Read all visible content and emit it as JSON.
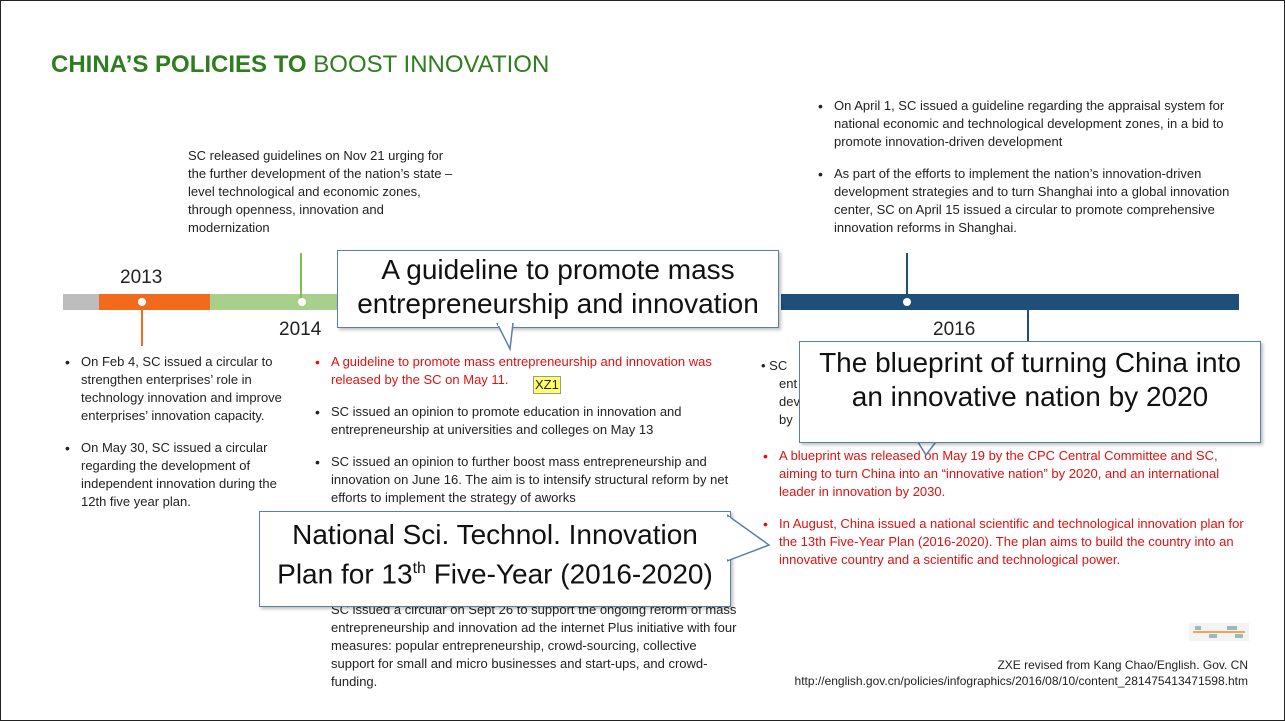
{
  "title": {
    "bold": "CHINA’S POLICIES TO",
    "rest": " BOOST INNOVATION"
  },
  "years": [
    "2013",
    "2014",
    "2016"
  ],
  "timeline_colors": {
    "gray": "#bdbdbd",
    "orange": "#f26b1d",
    "green": "#a8d08d",
    "blue": "#1f4e79"
  },
  "top_2014_text": "SC released guidelines on Nov 21 urging for the further development of the nation’s state –level technological and economic zones, through openness, innovation and modernization",
  "top_2016_bullets": [
    "On April 1, SC issued a guideline regarding the appraisal system for national economic and technological development zones, in a bid to promote  innovation-driven development",
    "As part of the efforts to implement the nation’s innovation-driven development strategies and to turn Shanghai into a global innovation center, SC on April 15 issued a circular to promote comprehensive innovation reforms in Shanghai."
  ],
  "left_bullets": [
    "On Feb 4, SC issued a circular to strengthen enterprises’ role in technology innovation and improve enterprises’ innovation capacity.",
    "On May 30, SC issued a circular regarding the development of independent innovation during the 12th five year plan."
  ],
  "mid_bullets": [
    {
      "text": "A guideline to promote mass entrepreneurship and innovation was released by the SC on May 11.",
      "red": true
    },
    {
      "text": "SC issued an opinion to promote education in innovation and entrepreneurship at universities and colleges on May 13",
      "red": false
    },
    {
      "text": "SC issued an opinion to further boost mass entrepreneurship and innovation on June 16. The aim is to intensify structural reform by net efforts to implement the strategy of aworks",
      "red": false
    }
  ],
  "mid_bottom_text": "SC issued a circular on Sept 26 to support the ongoing reform of mass entrepreneurship and innovation ad the internet Plus initiative with four measures: popular entrepreneurship, crowd-sourcing, collective support for small and micro businesses and start-ups, and crowd-funding.",
  "right_bullets_top_fragments": [
    "SC",
    "ent",
    "dev",
    "by"
  ],
  "right_bullets": [
    "A blueprint was released on May 19 by the CPC Central Committee and SC, aiming to turn China into an “innovative nation” by 2020, and an international leader in innovation by 2030.",
    "In August, China issued a national scientific and technological innovation plan for the 13th Five-Year Plan (2016-2020). The plan aims to build the country into an innovative country and a scientific and technological power."
  ],
  "callouts": {
    "mass": "A guideline to promote mass entrepreneurship and innovation",
    "blueprint": "The blueprint of turning China into an innovative nation by 2020",
    "plan_line1": "National Sci. Technol. Innovation",
    "plan_line2_pre": "Plan for 13",
    "plan_line2_sup": "th",
    "plan_line2_post": " Five-Year (2016-2020)"
  },
  "comment_marker": "XZ1",
  "credit_line1": "ZXE revised from Kang Chao/English. Gov. CN",
  "credit_line2": "http://english.gov.cn/policies/infographics/2016/08/10/content_281475413471598.htm"
}
